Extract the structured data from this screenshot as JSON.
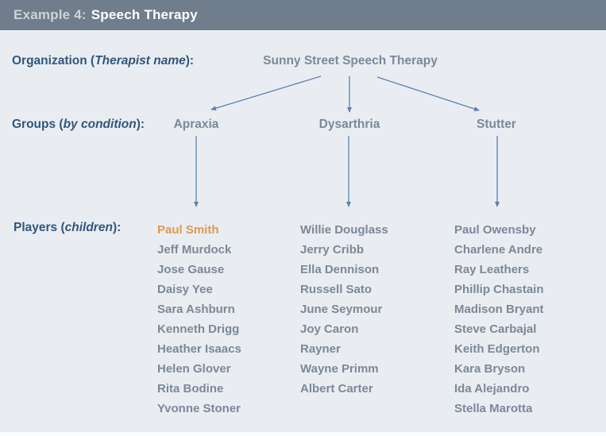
{
  "header": {
    "prefix": "Example 4:",
    "title": "Speech Therapy"
  },
  "labels": {
    "organization": {
      "prefix": "Organization (",
      "italic": "Therapist name",
      "suffix": "):"
    },
    "groups": {
      "prefix": "Groups (",
      "italic": "by condition",
      "suffix": "):"
    },
    "players": {
      "prefix": "Players (",
      "italic": "children",
      "suffix": "):"
    }
  },
  "organization": {
    "name": "Sunny Street Speech Therapy"
  },
  "groups": [
    {
      "name": "Apraxia"
    },
    {
      "name": "Dysarthria"
    },
    {
      "name": "Stutter"
    }
  ],
  "players": {
    "columns": [
      {
        "group": "Apraxia",
        "names": [
          "Paul Smith",
          "Jeff Murdock",
          "Jose Gause",
          "Daisy Yee",
          "Sara Ashburn",
          "Kenneth Drigg",
          "Heather Isaacs",
          "Helen Glover",
          "Rita Bodine",
          "Yvonne Stoner"
        ],
        "highlighted": "Paul Smith"
      },
      {
        "group": "Dysarthria",
        "names": [
          "Willie Douglass",
          "Jerry Cribb",
          "Ella Dennison",
          "Russell Sato",
          "June Seymour",
          "Joy Caron",
          "Rayner",
          "Wayne Primm",
          "Albert Carter"
        ]
      },
      {
        "group": "Stutter",
        "names": [
          "Paul Owensby",
          "Charlene Andre",
          "Ray Leathers",
          "Phillip Chastain",
          "Madison Bryant",
          "Steve Carbajal",
          "Keith Edgerton",
          "Kara Bryson",
          "Ida Alejandro",
          "Stella Marotta"
        ]
      }
    ]
  },
  "colors": {
    "header_bg": "#6f7d8c",
    "header_prefix_text": "#cdd3d9",
    "header_title_text": "#ffffff",
    "background": "#e9edf2",
    "label_text": "#30567c",
    "node_text": "#7c8897",
    "highlight_text": "#dd9a4d",
    "arrow": "#5b82ae"
  }
}
